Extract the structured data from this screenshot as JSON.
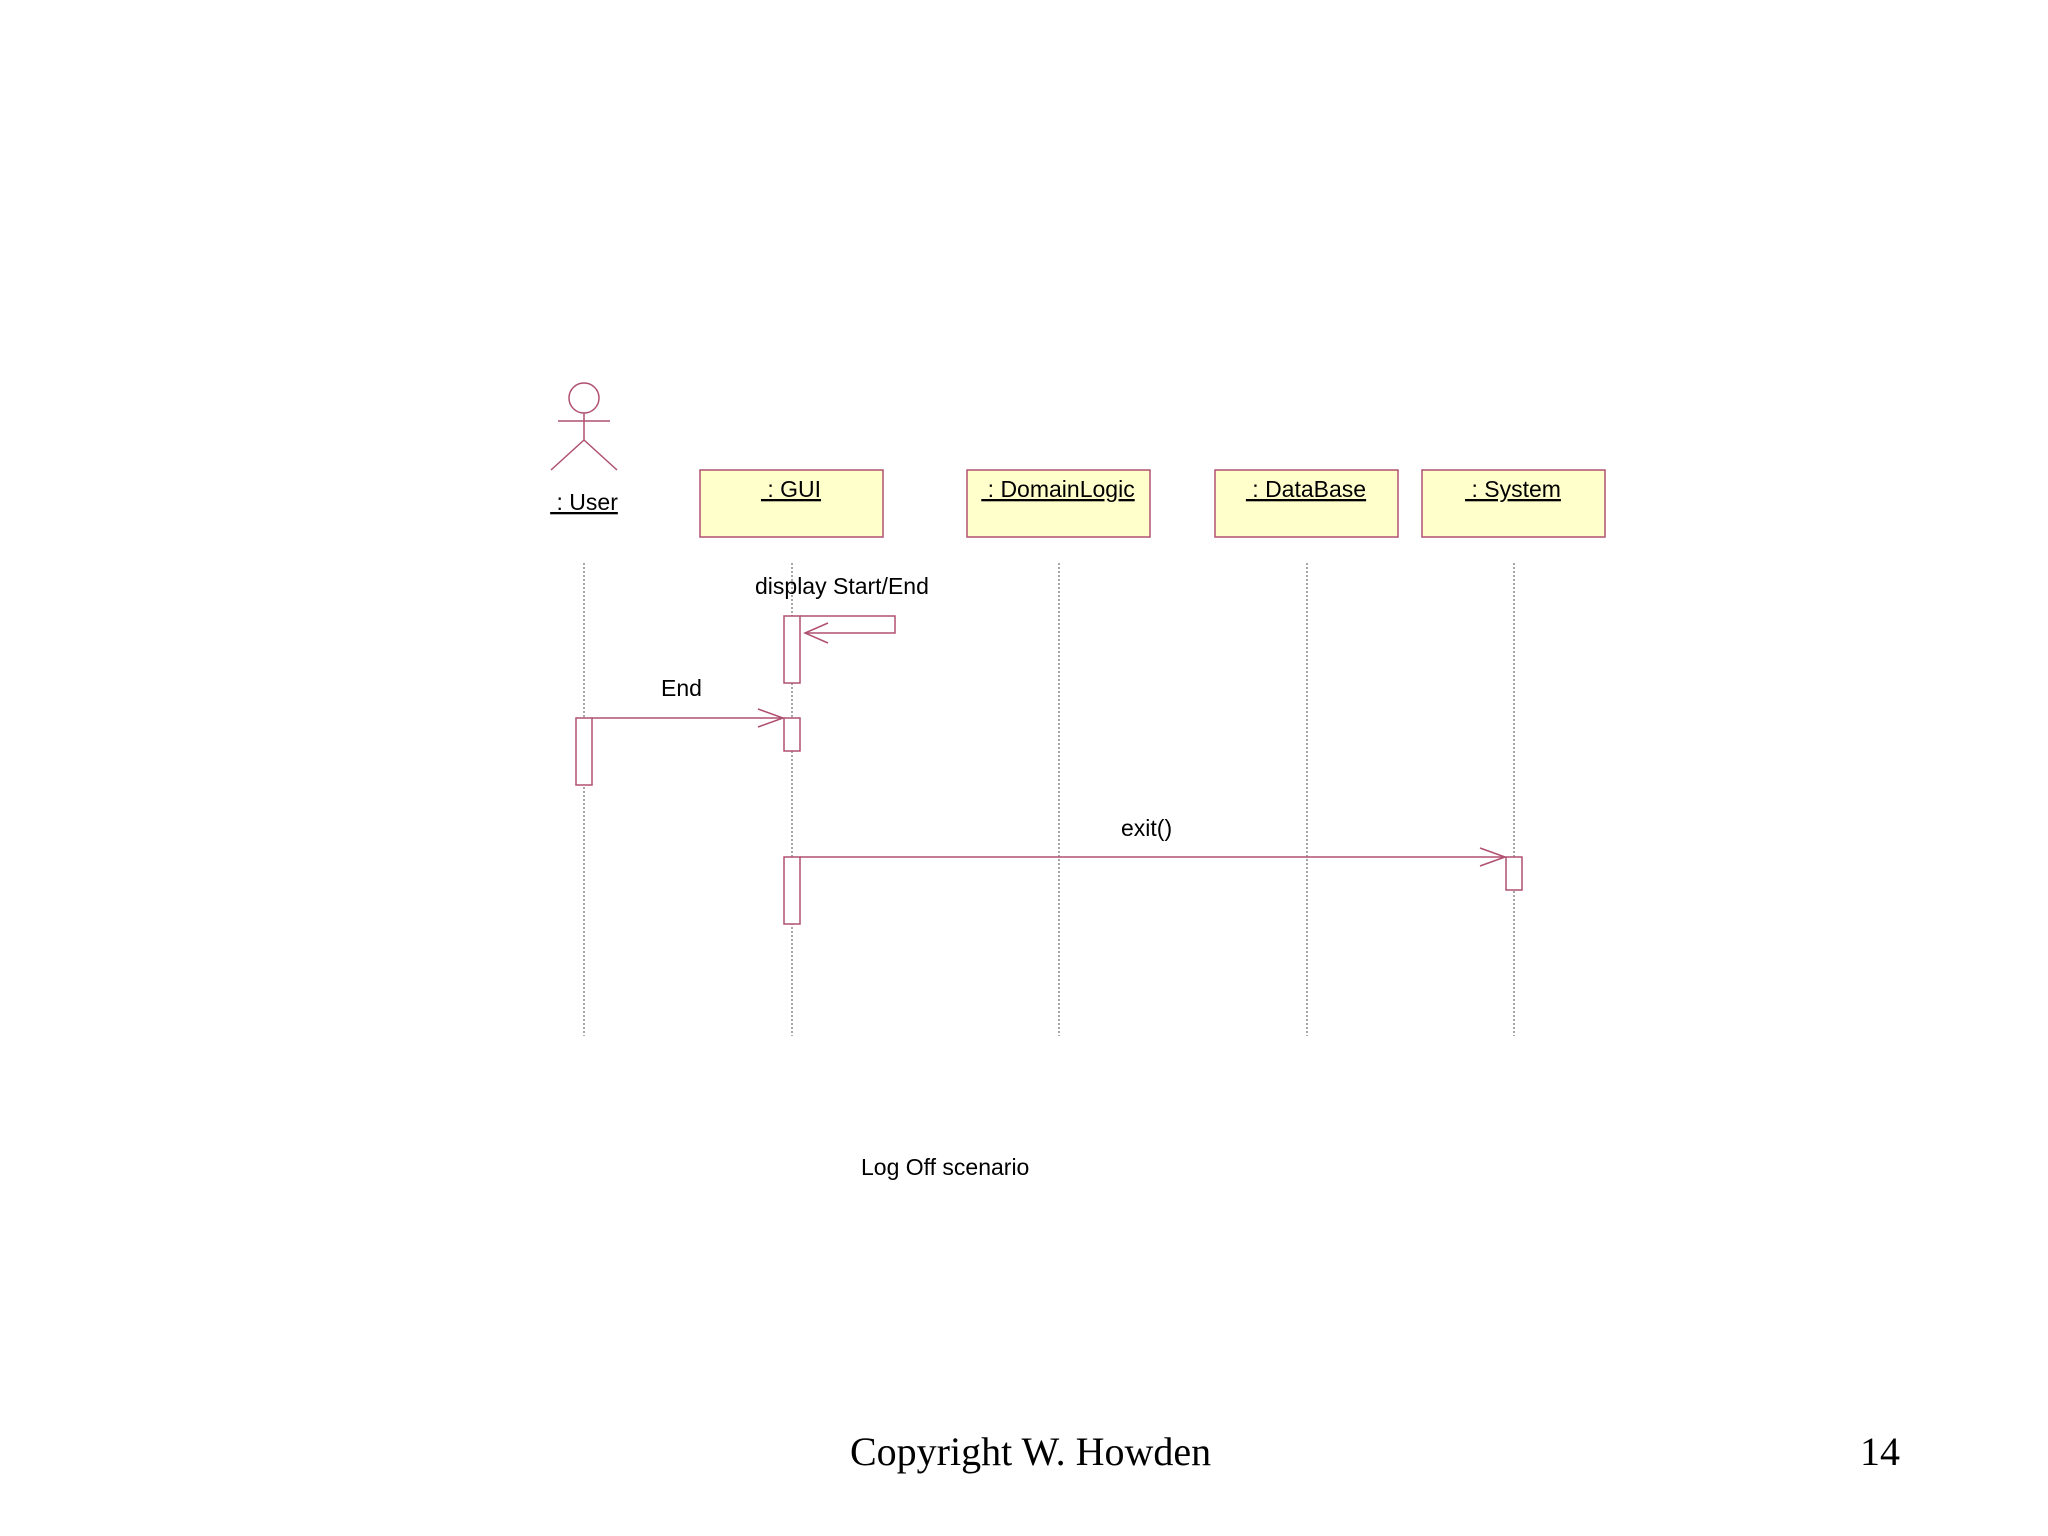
{
  "diagram": {
    "actor": {
      "label": " : User",
      "icon": "stick-figure-icon"
    },
    "objects": [
      {
        "label": " : GUI"
      },
      {
        "label": " : DomainLogic"
      },
      {
        "label": " : DataBase"
      },
      {
        "label": " : System"
      }
    ],
    "messages": [
      {
        "label": "display Start/End",
        "from": "GUI",
        "to": "GUI"
      },
      {
        "label": "End",
        "from": "User",
        "to": "GUI"
      },
      {
        "label": "exit()",
        "from": "GUI",
        "to": "System"
      }
    ],
    "caption": "Log Off scenario"
  },
  "footer": {
    "copyright": "Copyright W. Howden",
    "page_number": "14"
  },
  "colors": {
    "object_fill": "#ffffcc",
    "line_accent": "#b05070",
    "lifeline": "#8a8a8a"
  }
}
